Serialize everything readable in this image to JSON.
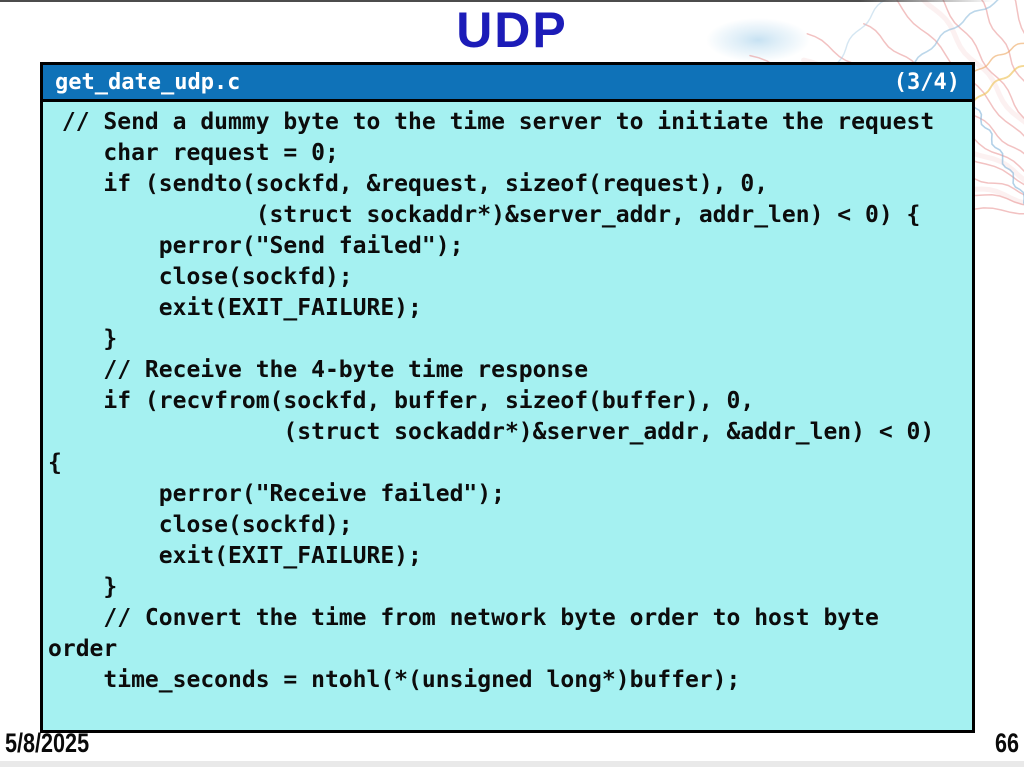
{
  "slide": {
    "title": "UDP",
    "date": "5/8/2025",
    "page_number": "66"
  },
  "code_panel": {
    "filename": "get_date_udp.c",
    "part_indicator": "(3/4)",
    "code_lines": [
      " // Send a dummy byte to the time server to initiate the request",
      "    char request = 0;",
      "    if (sendto(sockfd, &request, sizeof(request), 0,",
      "               (struct sockaddr*)&server_addr, addr_len) < 0) {",
      "        perror(\"Send failed\");",
      "        close(sockfd);",
      "        exit(EXIT_FAILURE);",
      "    }",
      "    // Receive the 4-byte time response",
      "    if (recvfrom(sockfd, buffer, sizeof(buffer), 0,",
      "                 (struct sockaddr*)&server_addr, &addr_len) < 0)",
      "{",
      "        perror(\"Receive failed\");",
      "        close(sockfd);",
      "        exit(EXIT_FAILURE);",
      "    }",
      "    // Convert the time from network byte order to host byte",
      "order",
      "    time_seconds = ntohl(*(unsigned long*)buffer);"
    ]
  },
  "colors": {
    "title_blue": "#1c1cb8",
    "header_bar_blue": "#0f72b8",
    "code_bg_cyan": "#a5f1f1",
    "code_text": "#0c0c0c",
    "border_black": "#000000",
    "footer_text": "#0a0a0a",
    "deco_pink": "#e88f8f",
    "deco_blue": "#8fbcdc",
    "deco_yellow": "#f0c767",
    "deco_orange": "#eda75f"
  }
}
